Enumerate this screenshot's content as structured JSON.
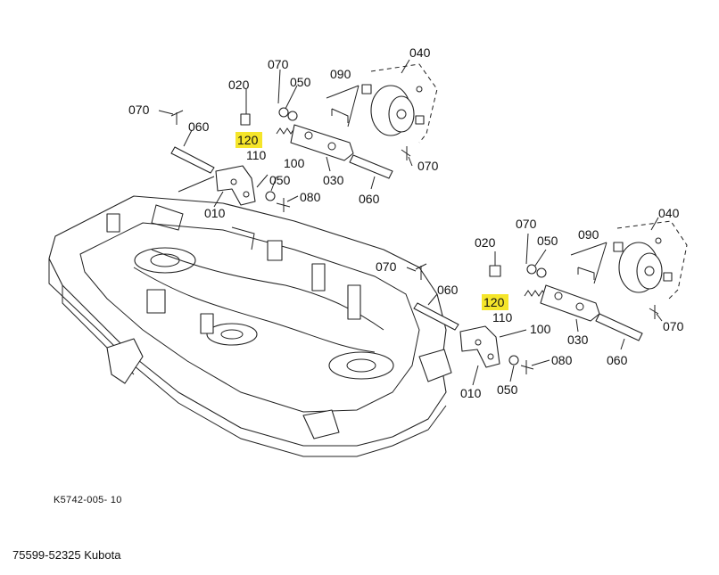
{
  "labels": {
    "l_020": "020",
    "l_070a": "070",
    "l_050a": "050",
    "l_090": "090",
    "l_040": "040",
    "l_070b": "070",
    "l_060": "060",
    "l_120": "120",
    "l_110": "110",
    "l_100": "100",
    "l_070c": "070",
    "l_050b": "050",
    "l_080": "080",
    "l_030": "030",
    "l_060b": "060",
    "l_010": "010",
    "r_020": "020",
    "r_070a": "070",
    "r_050a": "050",
    "r_090": "090",
    "r_040": "040",
    "r_070b": "070",
    "r_060": "060",
    "r_120": "120",
    "r_110": "110",
    "r_100": "100",
    "r_070c": "070",
    "r_030": "030",
    "r_060b": "060",
    "r_080": "080",
    "r_010": "010",
    "r_050b": "050"
  },
  "reference_code": "K5742-005- 10",
  "caption": "75599-52325 Kubota",
  "colors": {
    "highlight": "#f5e52a",
    "line": "#222222"
  }
}
